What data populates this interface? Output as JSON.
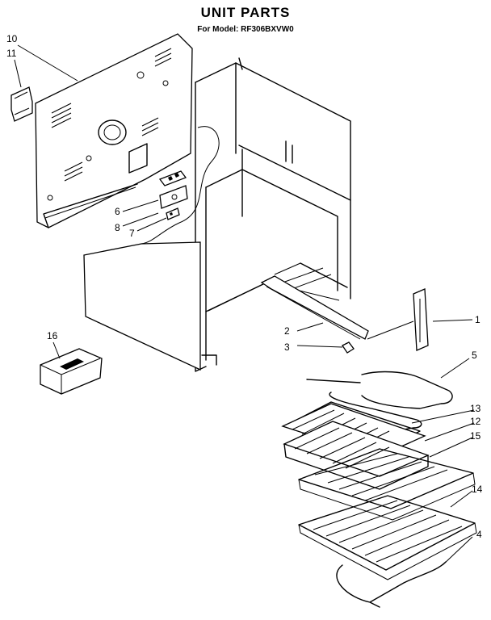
{
  "title": "UNIT PARTS",
  "model_line": "For Model: RF306BXVW0",
  "callouts": [
    "10",
    "11",
    "6",
    "8",
    "7",
    "16",
    "1",
    "2",
    "3",
    "5",
    "13",
    "12",
    "15",
    "14",
    "4"
  ]
}
